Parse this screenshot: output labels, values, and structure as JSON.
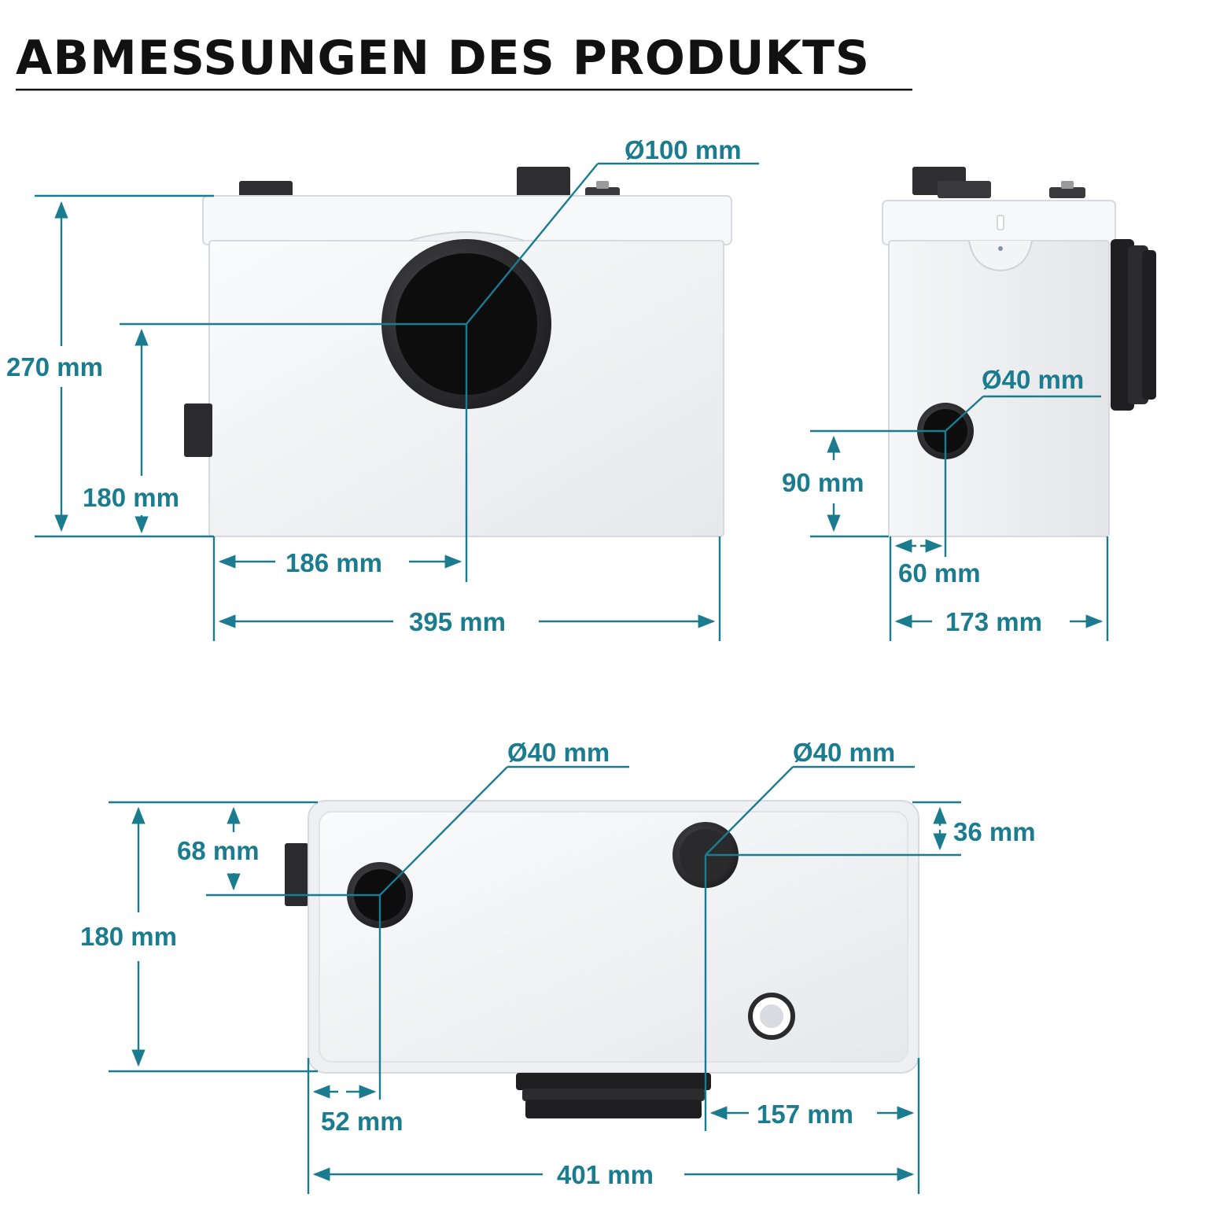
{
  "title": "ABMESSUNGEN DES PRODUKTS",
  "colors": {
    "accent": "#1a7c8e",
    "title": "#111111",
    "housing": "#f1f2f4",
    "housing_shade": "#dfe1e5",
    "pipe": "#2b2b2d",
    "pipe_inner": "#0d0d0e"
  },
  "front_view": {
    "height_label": "270 mm",
    "inlet_diameter_label": "Ø100 mm",
    "inlet_height_label": "180 mm",
    "inlet_offset_label": "186 mm",
    "width_label": "395 mm"
  },
  "side_view": {
    "inlet_diameter_label": "Ø40 mm",
    "inlet_height_label": "90 mm",
    "inlet_offset_label": "60 mm",
    "depth_label": "173 mm"
  },
  "top_view": {
    "left_inlet_diameter_label": "Ø40 mm",
    "right_inlet_diameter_label": "Ø40 mm",
    "left_inlet_depth_label": "68 mm",
    "right_inlet_depth_label": "36 mm",
    "depth_label": "180 mm",
    "left_inlet_offset_label": "52 mm",
    "right_inlet_offset_label": "157 mm",
    "width_label": "401 mm"
  }
}
